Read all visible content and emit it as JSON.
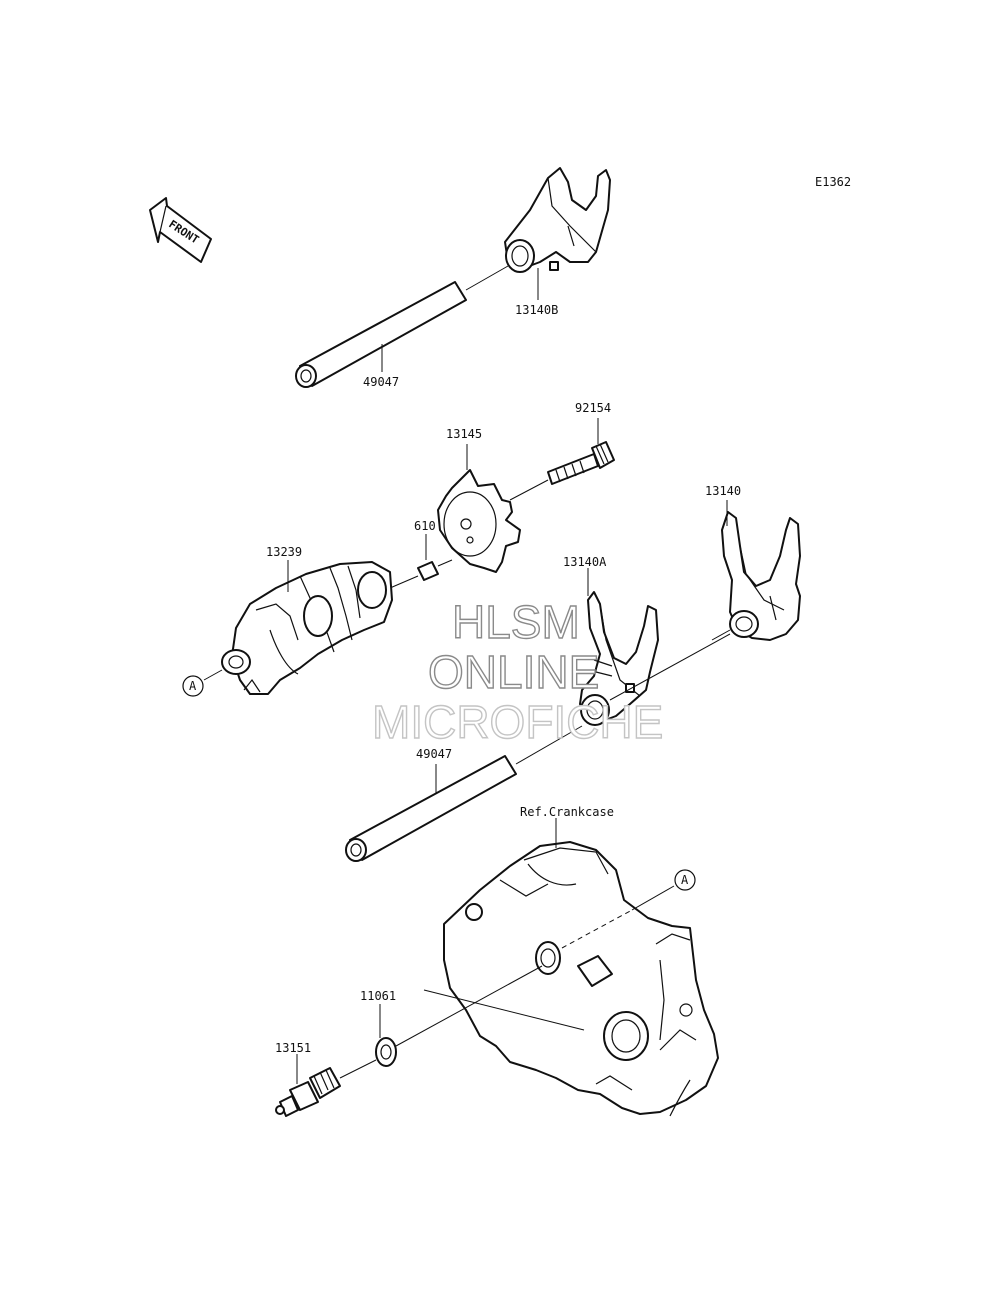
{
  "diagram_code": "E1362",
  "front_label": "FRONT",
  "ref_label": "Ref.Crankcase",
  "circle_ref": "A",
  "parts": {
    "fork_13140B": "13140B",
    "shaft_upper": "49047",
    "bolt": "92154",
    "star": "13145",
    "pin": "610",
    "fork_13140": "13140",
    "fork_13140A": "13140A",
    "drum": "13239",
    "shaft_lower": "49047",
    "washer": "11061",
    "switch": "13151"
  },
  "watermark": {
    "line1": "HLSM",
    "line2": "ONLINE",
    "line3": "MICROFICHE"
  }
}
